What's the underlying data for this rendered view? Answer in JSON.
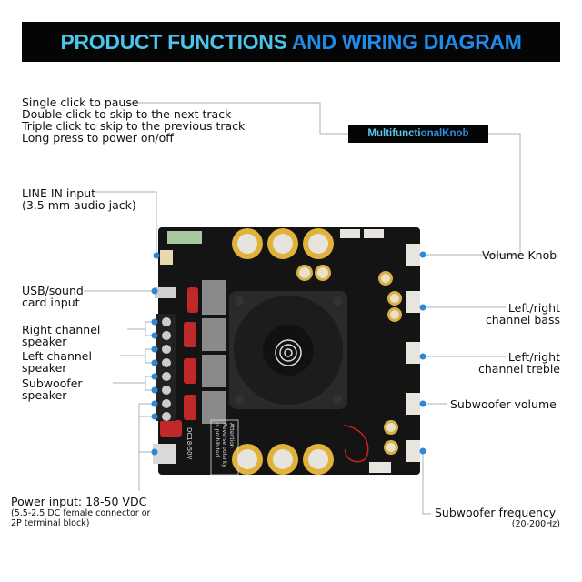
{
  "banner": {
    "title_part1": "PRODUCT FUNCTIONS",
    "title_part2": "AND WIRING DIAGRAM"
  },
  "knob": {
    "tag_part1": "Multifuncti",
    "tag_part2": "onalKnob",
    "instructions": [
      "Single click to pause",
      "Double click to skip to the next track",
      "Triple click to skip to the previous track",
      "Long press to power on/off"
    ]
  },
  "left_labels": {
    "line_in": [
      "LINE IN input",
      "(3.5 mm audio jack)"
    ],
    "usb": [
      "USB/sound",
      "card input"
    ],
    "right_speaker": [
      "Right channel",
      "speaker"
    ],
    "left_speaker": [
      "Left channel",
      "speaker"
    ],
    "sub_speaker": [
      "Subwoofer",
      "speaker"
    ],
    "power_title": "Power input: 18-50 VDC",
    "power_note": [
      "(5.5-2.5 DC female connector or",
      "2P terminal block)"
    ]
  },
  "right_labels": {
    "volume_knob": "Volume Knob",
    "bass": [
      "Left/right",
      "channel bass"
    ],
    "treble": [
      "Left/right",
      "channel treble"
    ],
    "sub_volume": "Subwoofer volume",
    "sub_freq": "Subwoofer frequency",
    "sub_freq_range": "(20-200Hz)"
  },
  "pcb": {
    "warning": [
      "Attention",
      "Reverse polarity",
      "is prohibited"
    ],
    "dc_label": "DC18-50V"
  },
  "colors": {
    "banner_bg": "#050505",
    "title_light": "#4cc4ea",
    "title_dark": "#1f8be8",
    "leader_line": "#9fb4bd",
    "dot": "#2f86d6",
    "pcb": "#141414"
  }
}
